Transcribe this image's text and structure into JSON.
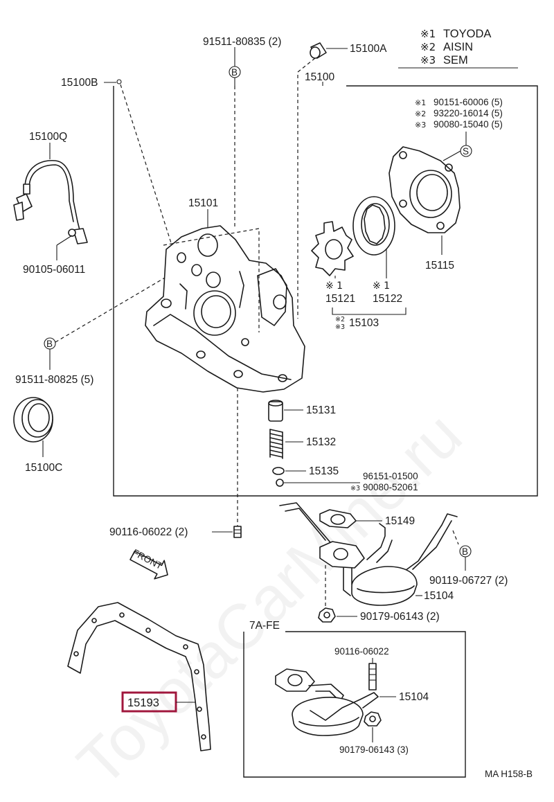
{
  "legend": {
    "items": [
      {
        "mark": "※1",
        "text": "TOYODA"
      },
      {
        "mark": "※2",
        "text": "AISIN"
      },
      {
        "mark": "※3",
        "text": "SEM"
      }
    ]
  },
  "parts": {
    "p15100": "15100",
    "p15100A": "15100A",
    "p15100B": "15100B",
    "p15100Q": "15100Q",
    "p15100C": "15100C",
    "p91511_80835": "91511-80835 (2)",
    "p90105_06011": "90105-06011",
    "p91511_80825": "91511-80825 (5)",
    "p15101": "15101",
    "p15115": "15115",
    "p15121": "15121",
    "p15122": "15122",
    "p15103": "15103",
    "p15131": "15131",
    "p15132": "15132",
    "p15135": "15135",
    "p96151_01500": "96151-01500",
    "p90080_52061": "90080-52061",
    "p90116_06022_2": "90116-06022 (2)",
    "p15149": "15149",
    "p90119_06727": "90119-06727 (2)",
    "p15104": "15104",
    "p90179_06143_2": "90179-06143 (2)",
    "p15193": "15193",
    "p90116_06022": "90116-06022",
    "p15104_b": "15104",
    "p90179_06143_3": "90179-06143 (3)"
  },
  "bolt_list": [
    {
      "mark": "※1",
      "text": "90151-60006 (5)"
    },
    {
      "mark": "※2",
      "text": "93220-16014 (5)"
    },
    {
      "mark": "※3",
      "text": "90080-15040 (5)"
    }
  ],
  "marks": {
    "m1": "※1",
    "m2": "※2",
    "m3": "※3",
    "m1_15121": "※ 1",
    "m1_15122": "※ 1",
    "b_symbol": "B",
    "s_symbol": "S"
  },
  "labels": {
    "front": "FRONT",
    "inset_title": "7A-FE",
    "ref_code": "MA H158-B",
    "watermark": "ToyotaCarMine.ru"
  },
  "highlight_color": "#a0173d"
}
